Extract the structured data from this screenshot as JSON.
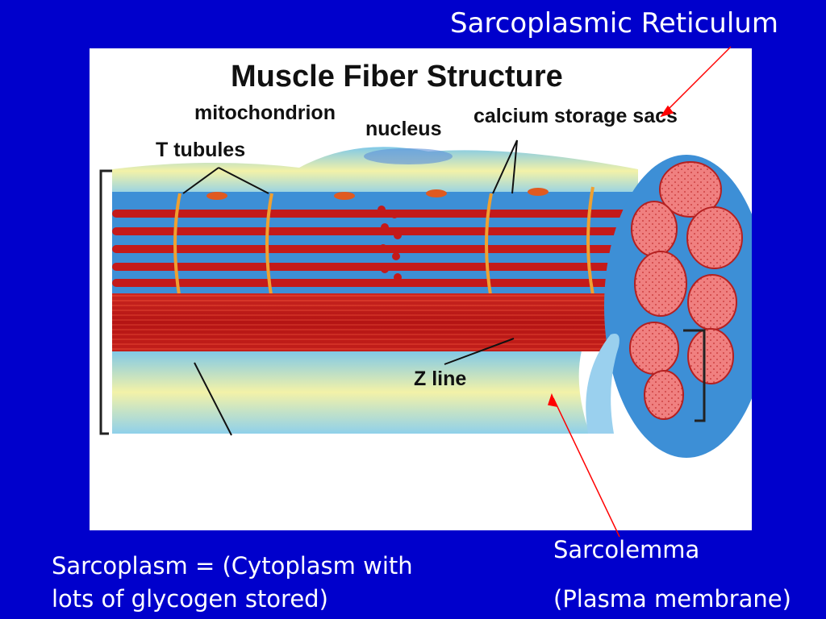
{
  "slide": {
    "sarcoplasmic_reticulum": "Sarcoplasmic Reticulum",
    "sarcolemma": "Sarcolemma",
    "plasma_membrane": "(Plasma membrane)",
    "sarcoplasm_line1": "Sarcoplasm = (Cytoplasm with",
    "sarcoplasm_line2": "lots of glycogen stored)"
  },
  "figure": {
    "title": "Muscle Fiber Structure",
    "labels": {
      "mitochondrion": "mitochondrion",
      "nucleus": "nucleus",
      "calcium_storage_sacs": "calcium storage sacs",
      "t_tubules": "T tubules",
      "z_line": "Z line"
    }
  },
  "colors": {
    "background": "#0000cc",
    "text": "#ffffff",
    "pointer": "#ff0000",
    "muscle_red": "#c41a1a",
    "reticulum_blue": "#3d8fd6",
    "membrane_yellow": "#f3f2a8"
  }
}
